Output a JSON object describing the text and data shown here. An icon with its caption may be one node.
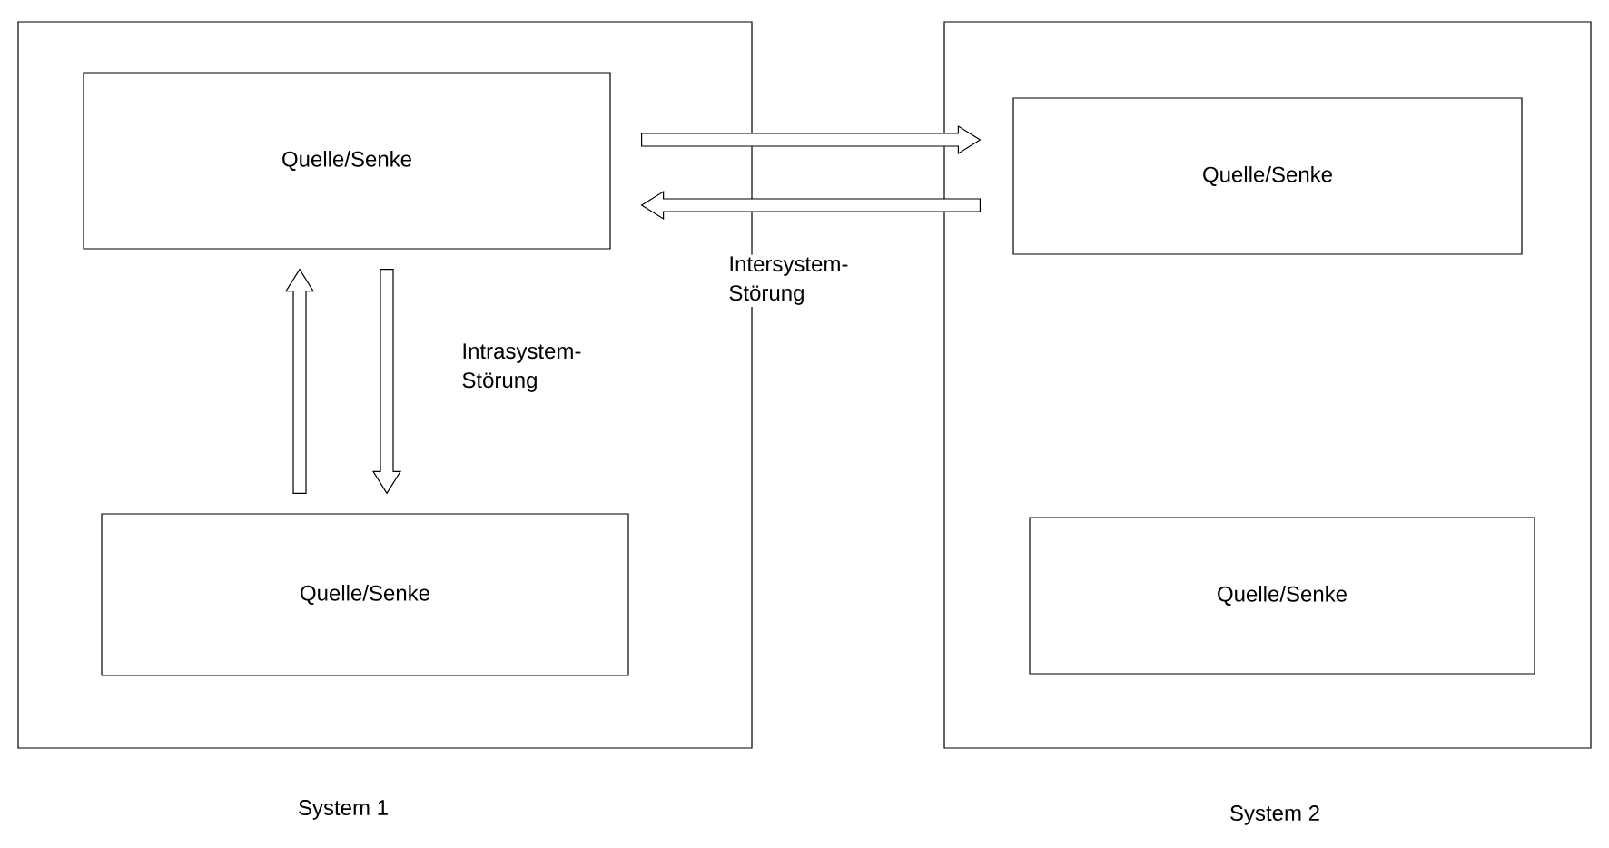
{
  "diagram": {
    "nodes": [
      {
        "text": [
          "System 1"
        ]
      },
      {
        "text": [
          "Quelle/Senke"
        ],
        "in": 0
      },
      {
        "text": [
          "Quelle/Senke"
        ],
        "in": 0
      },
      {
        "text": [
          "System 2"
        ]
      },
      {
        "text": [
          "Quelle/Senke"
        ],
        "in": 3
      },
      {
        "text": [
          "Quelle/Senke"
        ],
        "in": 3
      }
    ],
    "edges": [
      {
        "from": 1,
        "to": 4,
        "arrow": "to"
      },
      {
        "from": 4,
        "to": 1,
        "arrow": "to"
      },
      {
        "from": 2,
        "to": 1,
        "arrow": "to"
      },
      {
        "from": 1,
        "to": 2,
        "arrow": "to"
      }
    ],
    "labels": [
      "Intersystem- Störung",
      "Intrasystem- Störung"
    ]
  }
}
